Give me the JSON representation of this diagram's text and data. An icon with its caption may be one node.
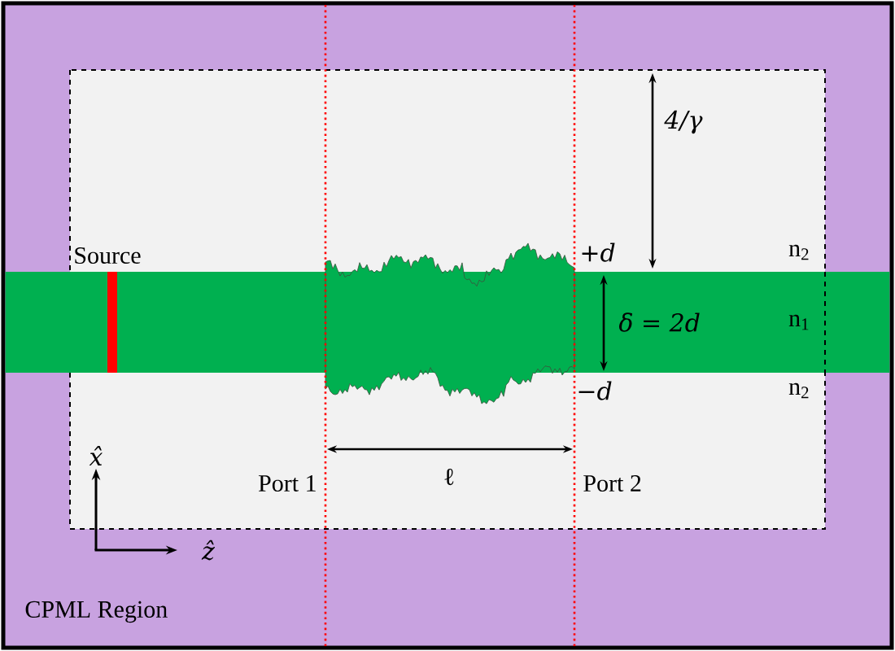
{
  "diagram": {
    "labels": [
      "4/γ",
      "Source",
      "+d",
      "n$_{2}$",
      "δ = 2d",
      "n$_{1}$",
      "−d",
      "n$_{2}$",
      "x̂",
      "Port 1",
      "ℓ",
      "Port 2",
      "ẑ",
      "CPML Region"
    ]
  }
}
